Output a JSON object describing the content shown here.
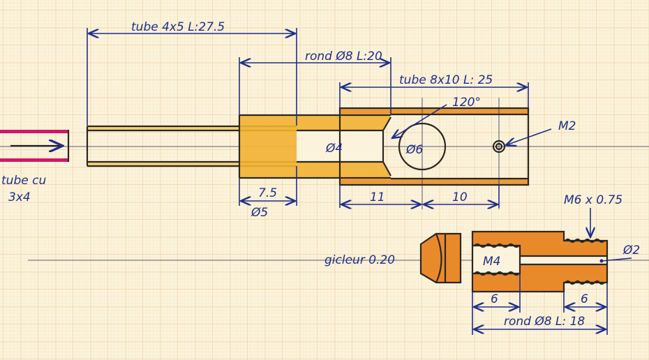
{
  "drawing": {
    "title": "Jet and tube assembly, hand-drawn on graph paper",
    "labels": {
      "tube_4x5": "tube 4x5  L:27.5",
      "rond_8_20": "rond Ø8  L:20",
      "tube_8x10": "tube 8x10  L: 25",
      "angle": "120°",
      "m2": "M2",
      "d4": "Ø4",
      "d6": "Ø6",
      "tube_cu_1": "tube cu",
      "tube_cu_2": "3x4",
      "dim_7_5": "7.5",
      "d5": "Ø5",
      "dim_11": "11",
      "dim_10": "10",
      "m6": "M6 x 0.75",
      "gicleur": "gicleur 0.20",
      "m4": "M4",
      "d2": "Ø2",
      "dim_6a": "6",
      "dim_6b": "6",
      "rond_8_18": "rond Ø8  L: 18"
    },
    "colors": {
      "paper": "#fbf3dc",
      "grid": "#f0c890",
      "ink": "#1e2e8a",
      "brass": "#f2b233",
      "copper": "#e98a2a",
      "tube_cu": "#d0186a"
    }
  }
}
